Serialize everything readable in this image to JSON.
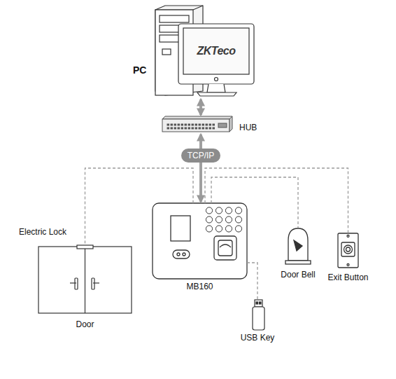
{
  "diagram": {
    "nodes": [
      {
        "text": [
          "PC"
        ]
      },
      {
        "text": [
          "HUB"
        ]
      },
      {
        "text": [
          "MB160"
        ]
      },
      {
        "text": [
          "Electric Lock",
          "Door"
        ]
      },
      {
        "text": [
          "Door Bell"
        ]
      },
      {
        "text": [
          "Exit Button"
        ]
      },
      {
        "text": [
          "USB Key"
        ]
      }
    ],
    "edges": [
      {
        "from": 0,
        "to": 1,
        "arrow": "both"
      },
      {
        "from": 1,
        "to": 2,
        "label": "TCP/IP",
        "arrow": "both"
      },
      {
        "from": 2,
        "to": 3,
        "arrow": "none"
      },
      {
        "from": 2,
        "to": 4,
        "arrow": "none"
      },
      {
        "from": 2,
        "to": 5,
        "arrow": "none"
      },
      {
        "from": 2,
        "to": 6,
        "arrow": "none"
      }
    ],
    "labels": [
      "ZKTeco"
    ]
  }
}
